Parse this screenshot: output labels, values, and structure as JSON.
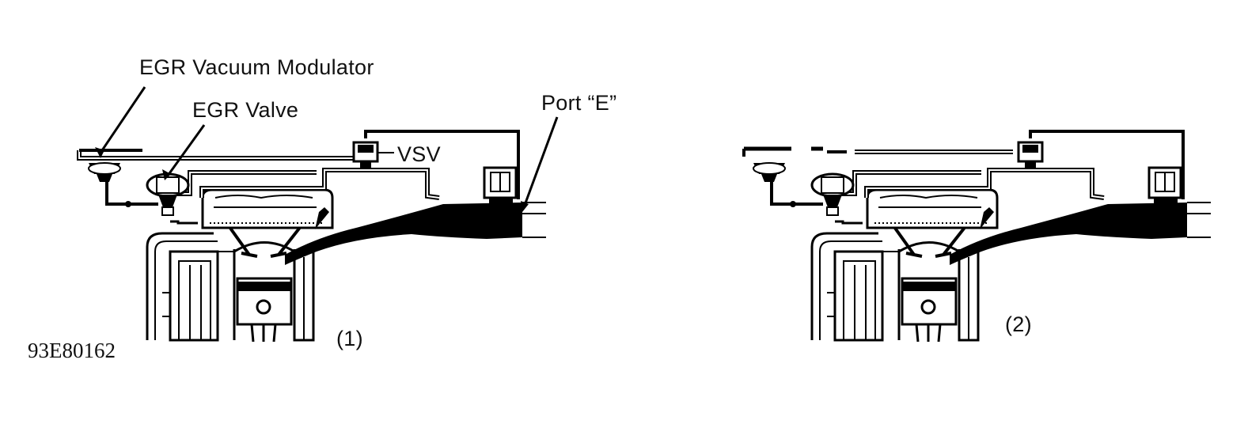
{
  "labels": {
    "egr_vacuum_modulator": "EGR Vacuum Modulator",
    "egr_valve": "EGR Valve",
    "port_e": "Port “E”",
    "vsv": "VSV"
  },
  "panels": [
    {
      "caption": "(1)"
    },
    {
      "caption": "(2)"
    }
  ],
  "figure_code": "93E80162"
}
